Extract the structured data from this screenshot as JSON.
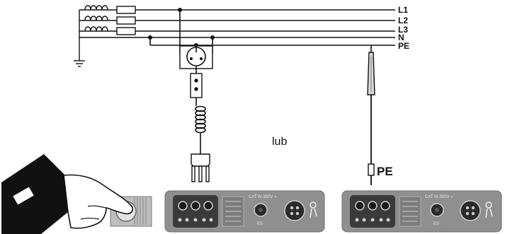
{
  "lines": {
    "l1": "L1",
    "l2": "L2",
    "l3": "L3",
    "n": "N",
    "pe": "PE"
  },
  "alternative_label": "lub",
  "probe_label": "PE",
  "meter_1": {
    "rating": "CAT IV 300V ≈",
    "port_label": "ES"
  },
  "meter_2": {
    "rating": "CAT IV 300V ≈",
    "port_label": "ES"
  }
}
